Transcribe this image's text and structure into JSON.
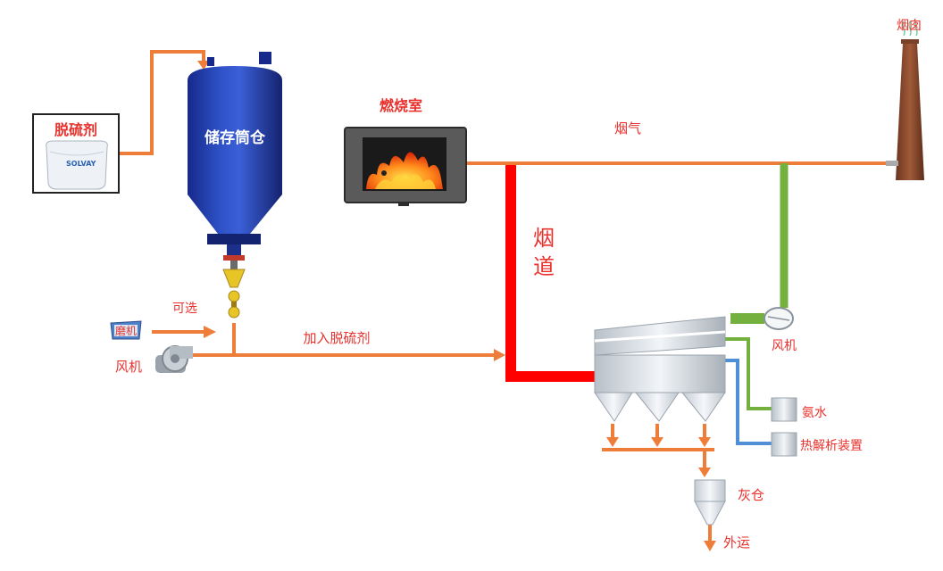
{
  "labels": {
    "desulfurizer": "脱硫剂",
    "bag_brand": "SOLVAY",
    "silo": "储存筒仓",
    "combustion_chamber": "燃烧室",
    "flue_gas": "烟气",
    "chimney": "烟囱",
    "flue_duct_1": "烟",
    "flue_duct_2": "道",
    "optional": "可选",
    "mill": "磨机",
    "fan_left": "风机",
    "add_desulfurizer": "加入脱硫剂",
    "fan_right": "风机",
    "ammonia": "氨水",
    "pyrolysis": "热解析装置",
    "ash_silo": "灰仓",
    "transport_out": "外运"
  },
  "colors": {
    "orange_pipe": "#ef7d3a",
    "red_duct": "#ff0000",
    "green_pipe": "#73b03e",
    "blue_pipe": "#4f8fd6",
    "red_text": "#e8312c",
    "silo_blue": "#1f3ea8",
    "chimney_brown": "#8a4a2e"
  },
  "icons": [
    "bag-icon",
    "silo-icon",
    "furnace-icon",
    "chimney-icon",
    "fan-icon",
    "mill-icon",
    "filter-icon",
    "ash-silo-icon"
  ]
}
